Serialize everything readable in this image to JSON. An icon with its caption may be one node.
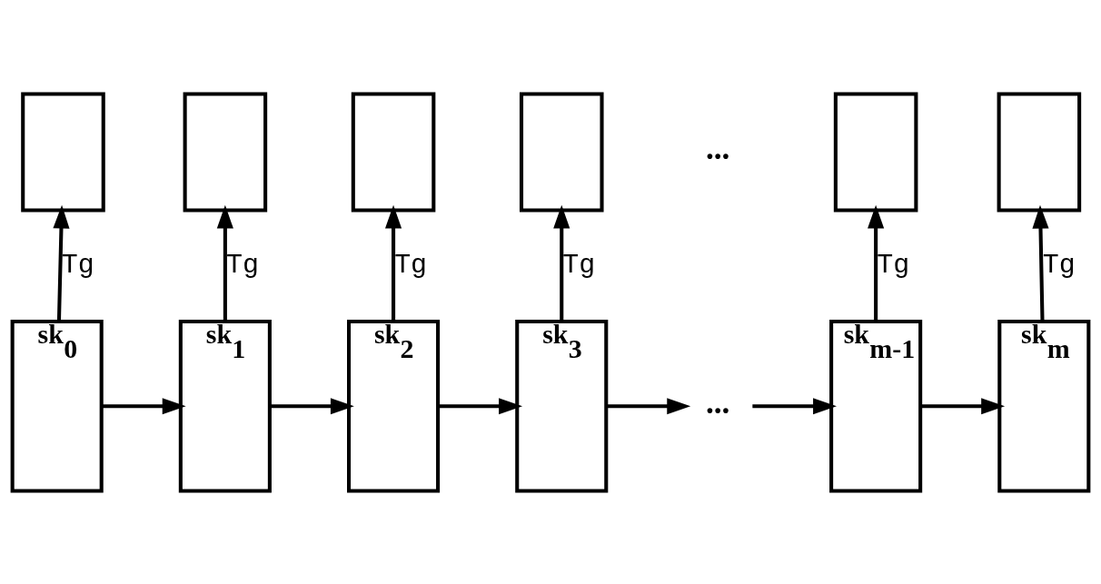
{
  "diagram": {
    "nodes": [
      {
        "text": [],
        "shape": "box"
      },
      {
        "text": [],
        "shape": "box"
      },
      {
        "text": [],
        "shape": "box"
      },
      {
        "text": [],
        "shape": "box"
      },
      {
        "text": [],
        "shape": "box"
      },
      {
        "text": [],
        "shape": "box"
      },
      {
        "text": [
          "sk$_{0}$"
        ]
      },
      {
        "text": [
          "sk$_{1}$"
        ]
      },
      {
        "text": [
          "sk$_{2}$"
        ]
      },
      {
        "text": [
          "sk$_{3}$"
        ]
      },
      {
        "text": [
          "..."
        ]
      },
      {
        "text": [
          "sk$_{m-1}$"
        ]
      },
      {
        "text": [
          "sk$_{m}$"
        ]
      }
    ],
    "edges": [
      {
        "from": 6,
        "to": 0,
        "arrow": "to",
        "label": "Tg"
      },
      {
        "from": 7,
        "to": 1,
        "arrow": "to",
        "label": "Tg"
      },
      {
        "from": 8,
        "to": 2,
        "arrow": "to",
        "label": "Tg"
      },
      {
        "from": 9,
        "to": 3,
        "arrow": "to",
        "label": "Tg"
      },
      {
        "from": 11,
        "to": 4,
        "arrow": "to",
        "label": "Tg"
      },
      {
        "from": 12,
        "to": 5,
        "arrow": "to",
        "label": "Tg"
      },
      {
        "from": 6,
        "to": 7,
        "arrow": "to"
      },
      {
        "from": 7,
        "to": 8,
        "arrow": "to"
      },
      {
        "from": 8,
        "to": 9,
        "arrow": "to"
      },
      {
        "from": 9,
        "to": 10,
        "arrow": "to"
      },
      {
        "from": 10,
        "to": 11,
        "arrow": "to"
      },
      {
        "from": 11,
        "to": 12,
        "arrow": "to"
      }
    ],
    "labels": [
      "..."
    ]
  }
}
